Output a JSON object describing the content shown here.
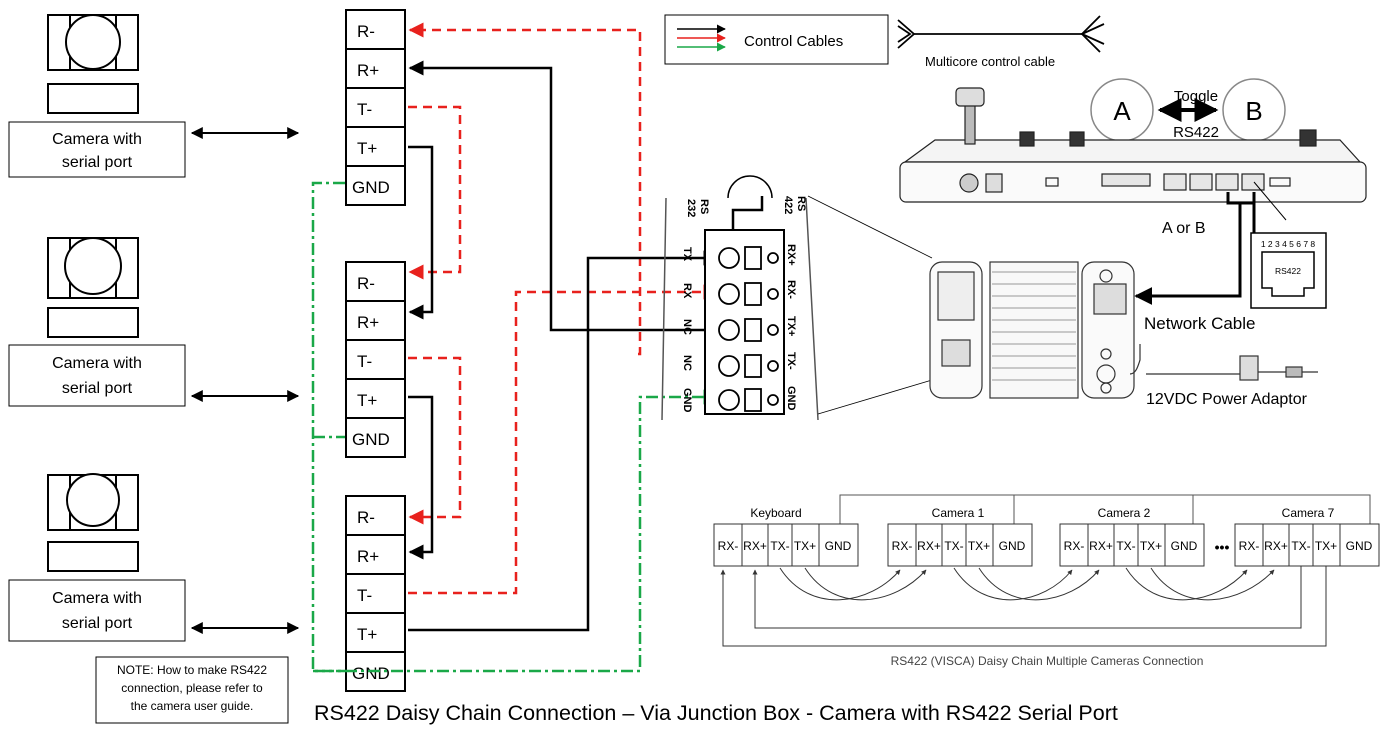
{
  "cameras": [
    {
      "label_line1": "Camera with",
      "label_line2": "serial port"
    },
    {
      "label_line1": "Camera with",
      "label_line2": "serial port"
    },
    {
      "label_line1": "Camera with",
      "label_line2": "serial port"
    }
  ],
  "terminal_labels": [
    "R-",
    "R+",
    "T-",
    "T+",
    "GND"
  ],
  "legend": {
    "label": "Control Cables",
    "multicore_label": "Multicore control cable"
  },
  "keyboard": {
    "toggle_a": "A",
    "toggle_b": "B",
    "toggle_label": "Toggle",
    "rs422_label": "RS422",
    "a_or_b": "A or B",
    "pin_numbers": "1 2 3 4 5 6 7 8",
    "pin_label": "RS422"
  },
  "junction": {
    "rs232_line1": "RS",
    "rs232_line2": "232",
    "rs422_line1": "RS",
    "rs422_line2": "422",
    "left_pins": [
      "TX",
      "RX",
      "NC",
      "NC",
      "GND"
    ],
    "right_pins": [
      "RX+",
      "RX-",
      "TX+",
      "TX-",
      "GND"
    ]
  },
  "network_cable_label": "Network Cable",
  "power_label": "12VDC Power Adaptor",
  "daisy": {
    "devices": [
      "Keyboard",
      "Camera 1",
      "Camera 2",
      "Camera 7"
    ],
    "pins": [
      "RX-",
      "RX+",
      "TX-",
      "TX+",
      "GND"
    ],
    "ellipsis": "•••",
    "caption": "RS422 (VISCA) Daisy Chain Multiple Cameras Connection"
  },
  "note": {
    "line1": "NOTE: How to make RS422",
    "line2": "connection, please refer to",
    "line3": "the camera user guide."
  },
  "title": "RS422 Daisy Chain Connection – Via Junction Box - Camera with RS422 Serial Port",
  "colors": {
    "black": "#000000",
    "red": "#e8211d",
    "green": "#1aa848"
  }
}
